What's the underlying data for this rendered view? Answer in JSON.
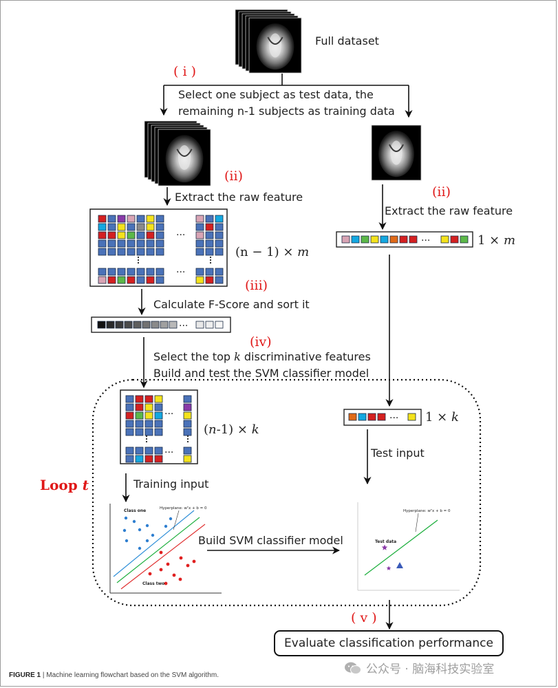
{
  "top": {
    "full_dataset": "Full dataset"
  },
  "steps": {
    "i_marker": "( i )",
    "split_line1": "Select one subject as test data, the",
    "split_line2": "remaining n-1 subjects as training data",
    "ii_marker_left": "(ii)",
    "ii_marker_right": "(ii)",
    "extract_left": "Extract the raw feature",
    "extract_right": "Extract the raw feature",
    "iii_marker": "(iii)",
    "fscore": "Calculate F-Score and sort it",
    "iv_marker": "(iv)",
    "select_pre": "Select the top ",
    "select_k": "k",
    "select_post": "  discriminative features",
    "build_test": "Build and test the SVM classifier model",
    "v_marker": "( v )"
  },
  "dims": {
    "train_raw_pre": "(n",
    "train_raw_mid": " − 1) × ",
    "train_raw_m": "m",
    "test_raw_pre": "1 × ",
    "test_raw_m": "m",
    "train_sel_pre": "(",
    "train_sel_n": "n",
    "train_sel_mid": "-1) × ",
    "train_sel_k": "k",
    "test_sel_pre": "1 × ",
    "test_sel_k": "k"
  },
  "loop": {
    "label_pre": "Loop ",
    "label_t": "t"
  },
  "inputs": {
    "training": "Training input",
    "test": "Test input",
    "build_model": "Build SVM classifier model"
  },
  "plot_left": {
    "class_one": "Class one",
    "class_two": "Class two",
    "hyperplane": "Hyperplane: wᵀx + b = 0"
  },
  "plot_right": {
    "test_data": "Test data",
    "hyperplane": "Hyperplane: wᵀx + b = 0"
  },
  "evaluate": "Evaluate classification performance",
  "caption": {
    "prefix": "FIGURE 1",
    "sep": " | ",
    "text": "Machine learning flowchart based on the SVM algorithm."
  },
  "watermark": "公众号 · 脑海科技实验室",
  "ellipsis": "···",
  "colors": {
    "red_marker": "#e01818",
    "cell_blue": "#4a72b8",
    "cell_red": "#d42020",
    "cell_yellow": "#f4e21c",
    "cell_green": "#5cb848",
    "cell_cyan": "#14a8e0",
    "cell_purple": "#8a3aa8",
    "cell_pink": "#d8a4b4",
    "cell_gray": "#8a8a8a",
    "cell_orange": "#e06a18",
    "svm_blue_line": "#2f8fd8",
    "svm_green_line": "#20b040",
    "svm_red_line": "#e03030"
  }
}
